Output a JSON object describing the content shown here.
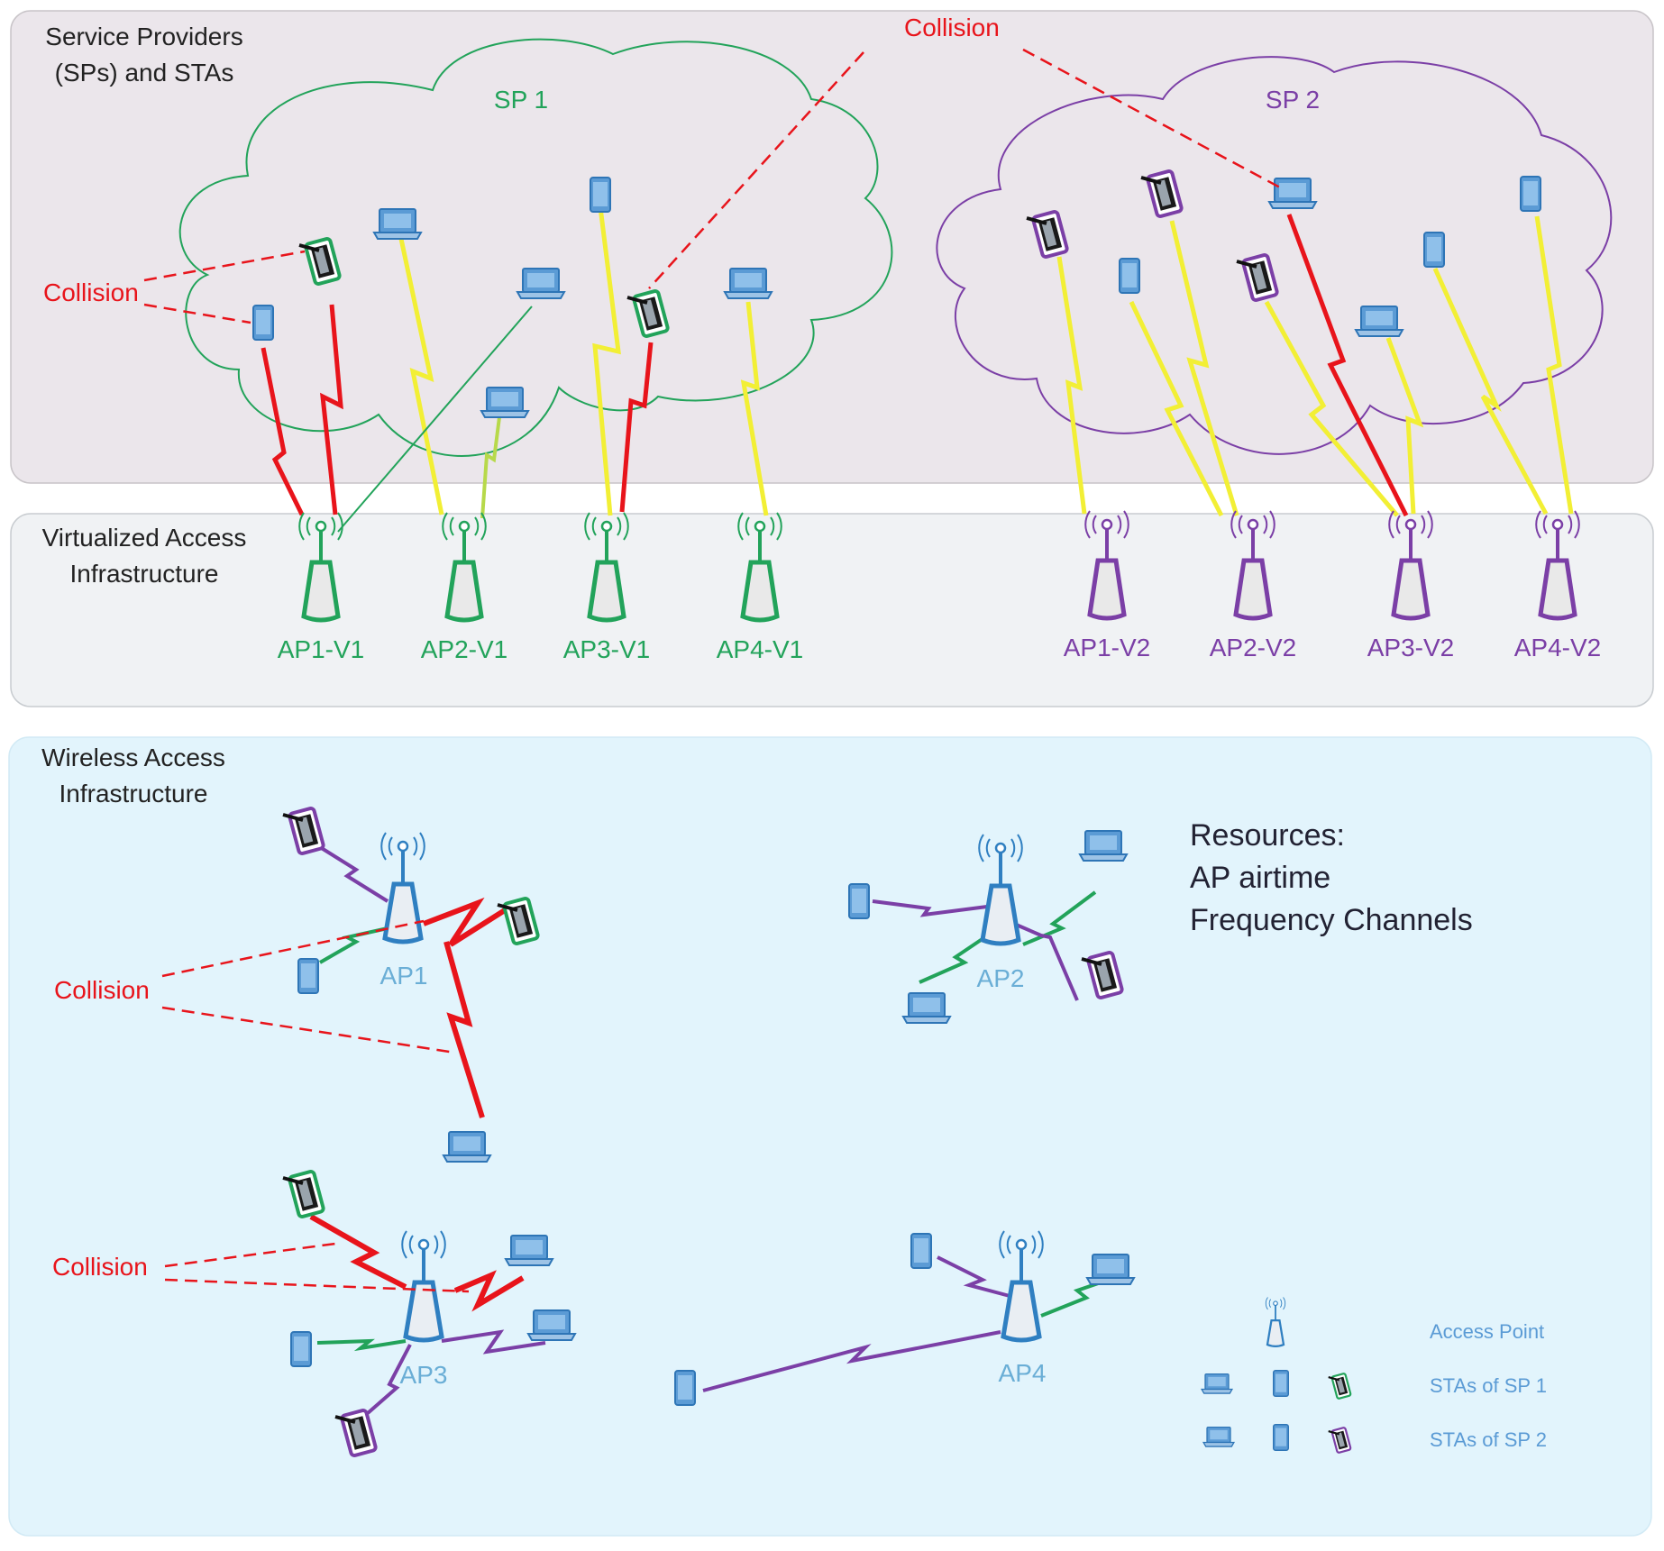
{
  "panels": {
    "sp": {
      "title_l1": "Service Providers",
      "title_l2": "(SPs) and STAs"
    },
    "virtual": {
      "title_l1": "Virtualized Access",
      "title_l2": "Infrastructure"
    },
    "wireless": {
      "title_l1": "Wireless Access",
      "title_l2": "Infrastructure"
    }
  },
  "clouds": {
    "sp1": "SP 1",
    "sp2": "SP 2"
  },
  "collision_label": "Collision",
  "virtual_aps": {
    "sp1": [
      "AP1-V1",
      "AP2-V1",
      "AP3-V1",
      "AP4-V1"
    ],
    "sp2": [
      "AP1-V2",
      "AP2-V2",
      "AP3-V2",
      "AP4-V2"
    ]
  },
  "physical_aps": [
    "AP1",
    "AP2",
    "AP3",
    "AP4"
  ],
  "resources": {
    "title": "Resources:",
    "line1": "AP airtime",
    "line2": "Frequency Channels"
  },
  "legend": {
    "access_point": "Access Point",
    "sp1": "STAs of SP 1",
    "sp2": "STAs of SP 2"
  },
  "colors": {
    "sp1": "#22a35a",
    "sp2": "#7b3fa6",
    "collision": "#e8141b",
    "ap_blue": "#2f7fc1",
    "label_blue": "#6aaed6",
    "device": "#5b9bd5",
    "bolt_yellow": "#f2ef35",
    "bolt_red": "#e8141b"
  }
}
